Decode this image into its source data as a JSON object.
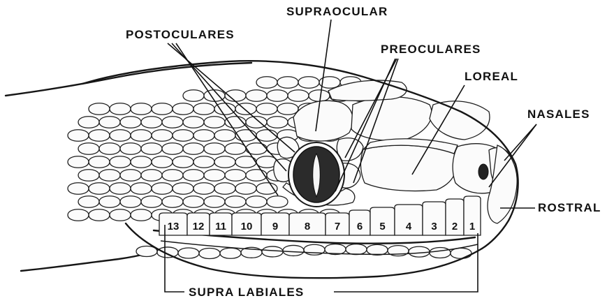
{
  "labels": {
    "supraocular": "SUPRAOCULAR",
    "postoculares": "POSTOCULARES",
    "preoculares": "PREOCULARES",
    "loreal": "LOREAL",
    "nasales": "NASALES",
    "rostral": "ROSTRAL",
    "supra_labiales": "SUPRA LABIALES"
  },
  "supralabial_numbers": [
    "13",
    "12",
    "11",
    "10",
    "9",
    "8",
    "7",
    "6",
    "5",
    "4",
    "3",
    "2",
    "1"
  ]
}
